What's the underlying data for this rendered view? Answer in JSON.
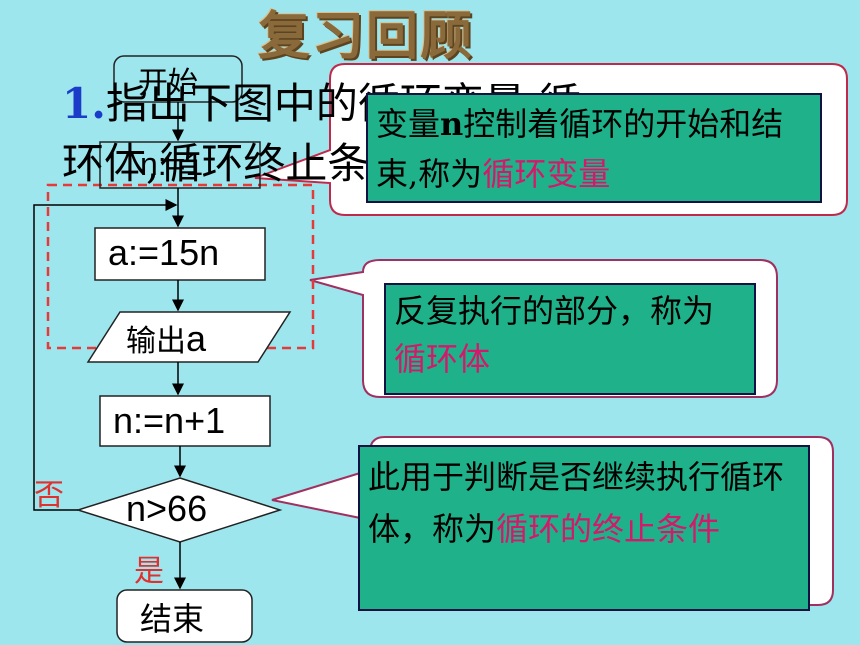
{
  "slide": {
    "title": "复习回顾",
    "question_number": "1.",
    "question_line1": "指出下图中的循环变量,循",
    "question_line2": "环体,循环终止条件",
    "colors": {
      "background": "#9ee6ee",
      "callout_box": "#1fb28a",
      "highlight": "#d4186c",
      "dashed_region": "#e53a3a",
      "no_label": "#e03030"
    }
  },
  "flowchart": {
    "start": "开始",
    "init": "n:=1",
    "compute": "a:=15n",
    "output_prefix": "输出",
    "output_var": "a",
    "increment": "n:=n+1",
    "condition": "n>66",
    "no_label": "否",
    "yes_label": "是",
    "end": "结束"
  },
  "callouts": {
    "variable": {
      "text_pre": "变量",
      "text_var": "n",
      "text_mid": "控制着循环的开始和结束,称为",
      "highlight": "循环变量"
    },
    "body": {
      "text": "反复执行的部分，称为",
      "highlight": "循环体"
    },
    "condition": {
      "text": "此用于判断是否继续执行循环体，称为",
      "highlight": "循环的终止条件"
    }
  }
}
